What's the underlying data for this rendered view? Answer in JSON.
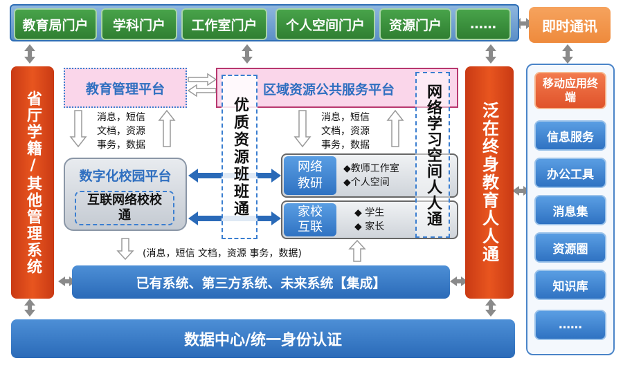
{
  "portals": [
    "教育局门户",
    "学科门户",
    "工作室门户",
    "个人空间门户",
    "资源门户",
    "……"
  ],
  "im": "即时通讯",
  "left_column": "省厅学籍/其他管理系统",
  "edu_platform": "教育管理平台",
  "regional_platform": "区域资源公共服务平台",
  "quality_resources": "优质资源班班通",
  "network_space": "网络学习空间人人通",
  "lifelong": "泛在终身教育人人通",
  "msg_block_left": [
    "消息，短信",
    "文档，资源",
    "事务，数据"
  ],
  "msg_block_right": [
    "消息，短信",
    "文档，资源",
    "事务，数据"
  ],
  "digital_campus": "数字化校园平台",
  "internet_campus": "互联网络校校通",
  "net_research": {
    "title_line1": "网络",
    "title_line2": "教研",
    "items": [
      "◆教师工作室",
      "◆个人空间"
    ]
  },
  "home_school": {
    "title_line1": "家校",
    "title_line2": "互联",
    "items": [
      "◆  学生",
      "◆  家长"
    ]
  },
  "bottom_msg": "(消息，短信  文档，资源 事务，数据)",
  "integration": "已有系统、第三方系统、未来系统【集成】",
  "data_center": "数据中心/统一身份认证",
  "right_items": [
    "移动应用终端",
    "信息服务",
    "办公工具",
    "消息集",
    "资源圈",
    "知识库",
    "……"
  ],
  "colors": {
    "blue": "#2f72c2",
    "orange": "#ee8a3c",
    "red": "#d9481b",
    "green": "#3a8f3c",
    "pink": "#fad6ea"
  }
}
